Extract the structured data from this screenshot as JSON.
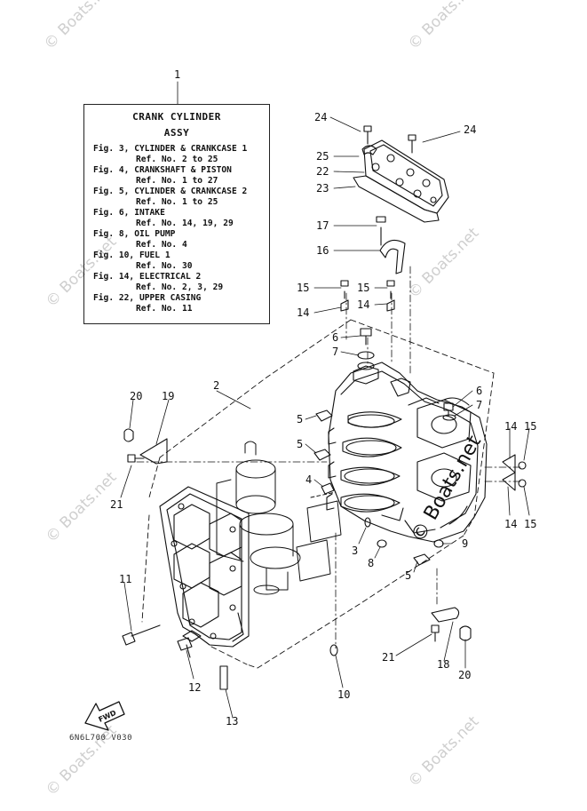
{
  "watermark": "© Boats.net",
  "reference_box": {
    "callout": "1",
    "title": "CRANK CYLINDER",
    "subtitle": "ASSY",
    "entries": [
      {
        "fig": "Fig. 3, CYLINDER & CRANKCASE 1",
        "ref": "Ref. No. 2 to 25"
      },
      {
        "fig": "Fig. 4, CRANKSHAFT & PISTON",
        "ref": "Ref. No. 1 to 27"
      },
      {
        "fig": "Fig. 5, CYLINDER & CRANKCASE 2",
        "ref": "Ref. No. 1 to 25"
      },
      {
        "fig": "Fig. 6, INTAKE",
        "ref": "Ref. No. 14, 19, 29"
      },
      {
        "fig": "Fig. 8, OIL PUMP",
        "ref": "Ref. No. 4"
      },
      {
        "fig": "Fig. 10, FUEL 1",
        "ref": "Ref. No. 30"
      },
      {
        "fig": "Fig. 14, ELECTRICAL 2",
        "ref": "Ref. No. 2, 3, 29"
      },
      {
        "fig": "Fig. 22, UPPER CASING",
        "ref": "Ref. No. 11"
      }
    ]
  },
  "callouts": {
    "c1": "1",
    "c2": "2",
    "c3": "3",
    "c4": "4",
    "c5a": "5",
    "c5b": "5",
    "c5c": "5",
    "c6a": "6",
    "c6b": "6",
    "c7a": "7",
    "c7b": "7",
    "c8": "8",
    "c9": "9",
    "c10": "10",
    "c11": "11",
    "c12": "12",
    "c13": "13",
    "c14a": "14",
    "c14b": "14",
    "c14c": "14",
    "c15a": "15",
    "c15b": "15",
    "c15c": "15",
    "c15d": "15",
    "c16": "16",
    "c17": "17",
    "c18": "18",
    "c19": "19",
    "c20a": "20",
    "c20b": "20",
    "c21a": "21",
    "c21b": "21",
    "c22": "22",
    "c23": "23",
    "c24a": "24",
    "c24b": "24",
    "c25": "25"
  },
  "fwd_label": "FWD",
  "diagram_code": "6N6L700 V030",
  "icons": [
    "fwd-arrow-icon"
  ]
}
